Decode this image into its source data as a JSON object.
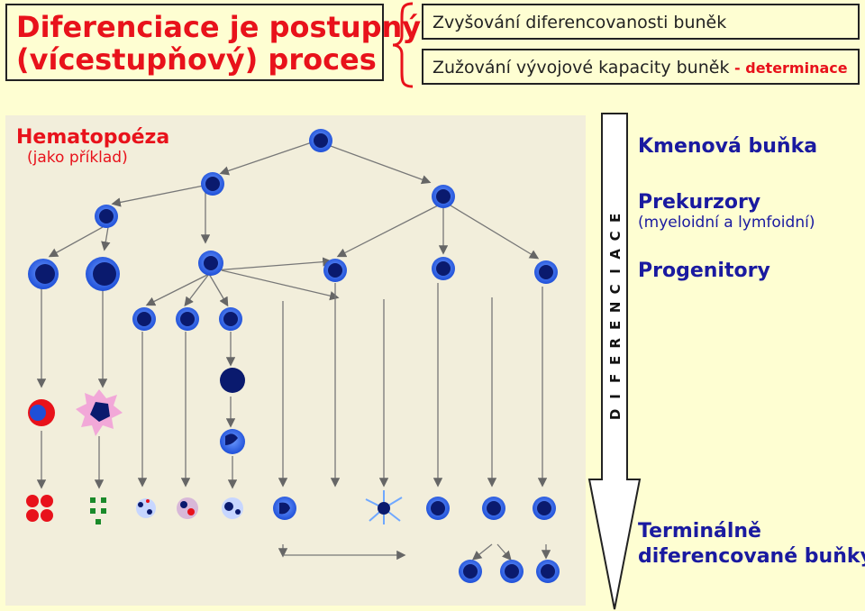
{
  "header": {
    "title_line1": "Diferenciace je postupný",
    "title_line2": "(vícestupňový) proces",
    "point1": "Zvyšování diferencovanosti buněk",
    "point2_main": "Zužování vývojové kapacity buněk",
    "point2_dash": " - ",
    "point2_keyword": "determinace"
  },
  "example": {
    "title": "Hematopoéza",
    "subtitle": "(jako příklad)"
  },
  "arrow": {
    "label_letters": [
      "D",
      "I",
      "F",
      "E",
      "R",
      "E",
      "N",
      "C",
      "I",
      "A",
      "C",
      "E"
    ]
  },
  "stages": {
    "stem": "Kmenová buňka",
    "precursors": "Prekurzory",
    "precursors_sub": "(myeloidní a lymfoidní)",
    "progenitors": "Progenitory",
    "terminal_line1": "Terminálně",
    "terminal_line2": "diferencované buňky"
  },
  "colors": {
    "title_red": "#e8121b",
    "stage_blue": "#1a1aa0",
    "cell_blue": "#1e4fd8",
    "nucleus_dark": "#0a1a6e",
    "background": "#fefed2"
  }
}
